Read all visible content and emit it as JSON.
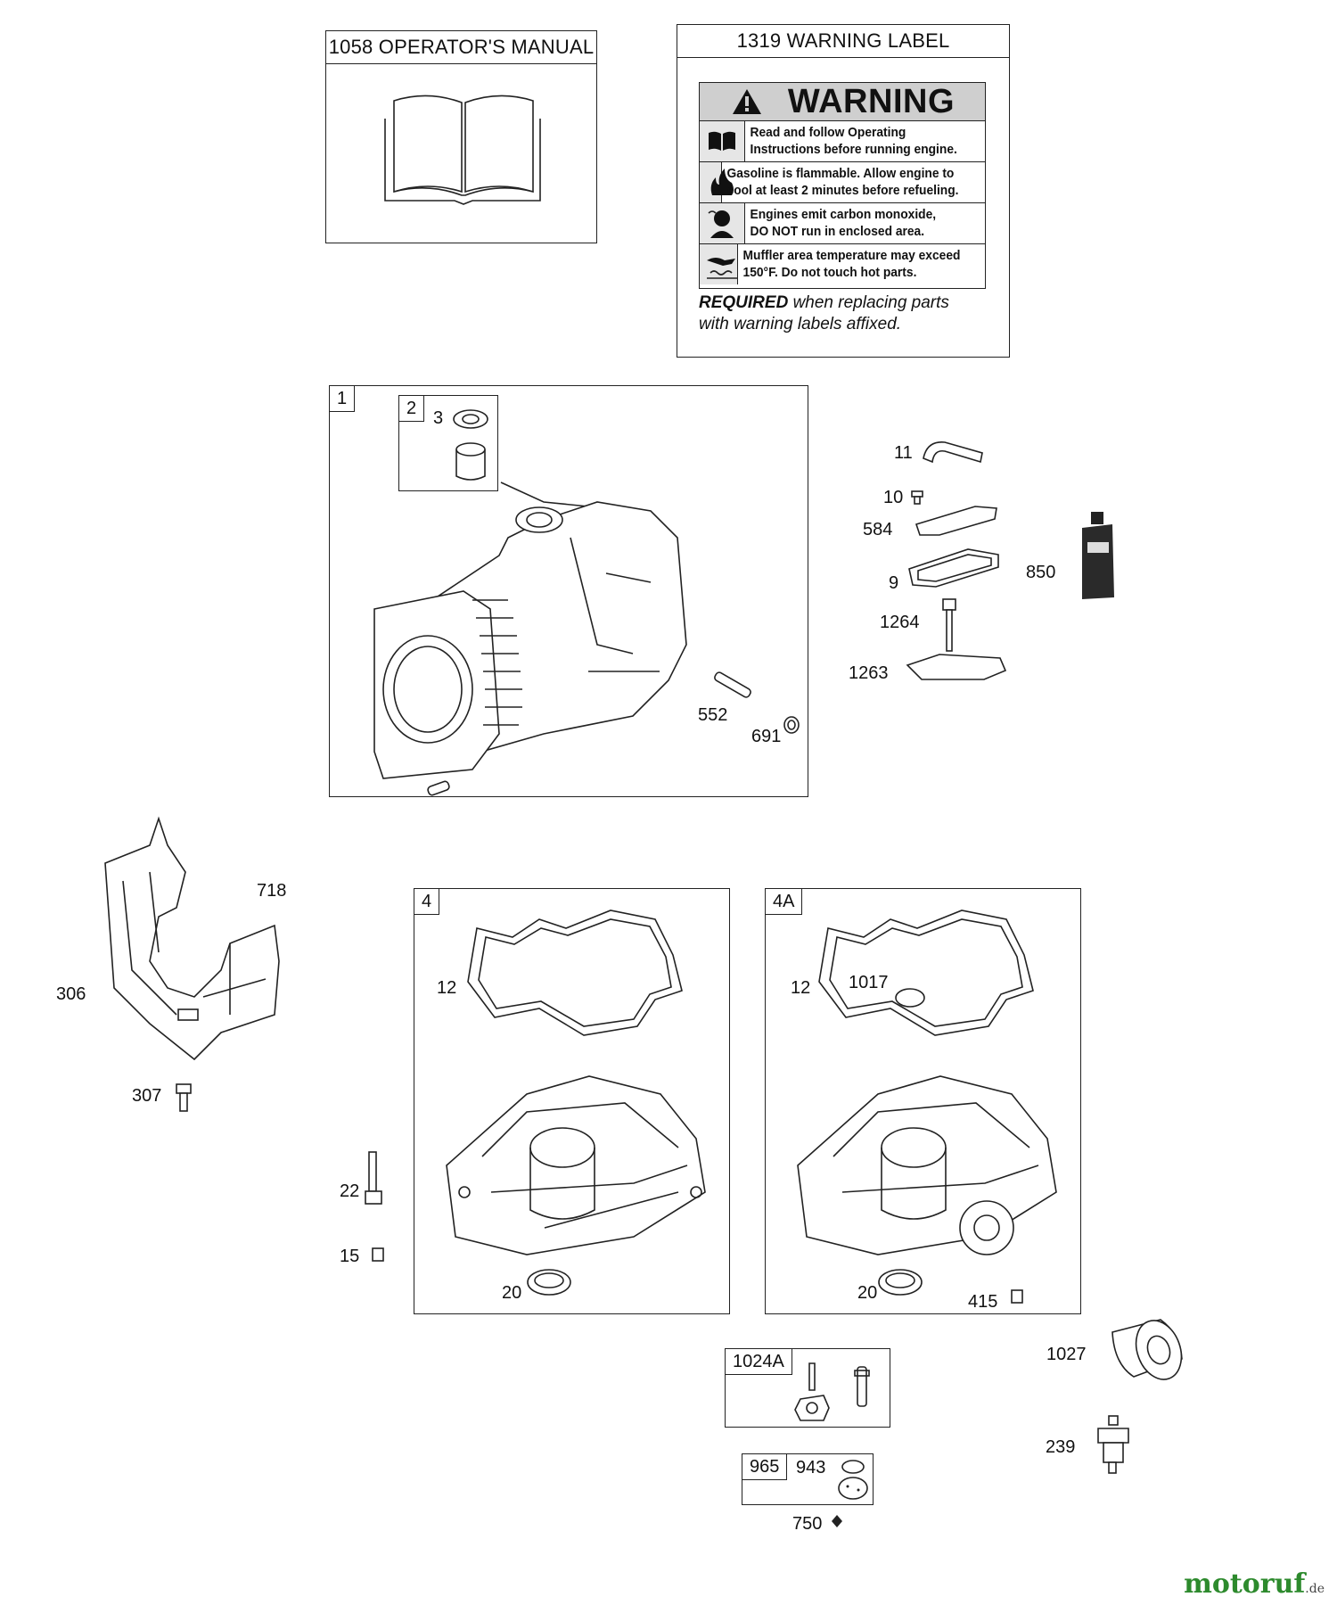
{
  "manual_box": {
    "title": "1058 OPERATOR'S MANUAL"
  },
  "warning_box": {
    "title": "1319 WARNING LABEL",
    "header": "WARNING",
    "rows": [
      {
        "icon": "book-icon",
        "text1": "Read and follow Operating",
        "text2": "Instructions before running engine."
      },
      {
        "icon": "flame-icon",
        "text1": "Gasoline is flammable. Allow engine to",
        "text2": "cool at least 2 minutes before refueling."
      },
      {
        "icon": "fumes-icon",
        "text1": "Engines emit carbon monoxide,",
        "text2": "DO NOT run in enclosed area."
      },
      {
        "icon": "hot-surface-icon",
        "text1": "Muffler area temperature may exceed",
        "text2": "150°F.  Do not touch hot parts."
      }
    ],
    "note_bold": "REQUIRED",
    "note_rest1": " when replacing parts",
    "note_rest2": "with warning labels affixed."
  },
  "cylinder_box": {
    "tag": "1",
    "subtag": "2"
  },
  "crankcase_box": {
    "tag": "4"
  },
  "crankcase_box_alt": {
    "tag": "4A"
  },
  "kit_box": {
    "tag": "1024A"
  },
  "gasket_kit_box": {
    "tag": "965"
  },
  "labels": {
    "p3": "3",
    "p11": "11",
    "p10": "10",
    "p584": "584",
    "p9": "9",
    "p850": "850",
    "p1264": "1264",
    "p1263": "1263",
    "p552": "552",
    "p691": "691",
    "p718": "718",
    "p306": "306",
    "p307": "307",
    "p12a": "12",
    "p22": "22",
    "p15": "15",
    "p20a": "20",
    "p12b": "12",
    "p1017": "1017",
    "p20b": "20",
    "p415": "415",
    "p1027": "1027",
    "p239": "239",
    "p943": "943",
    "p750": "750"
  },
  "brand": {
    "name": "motoruf",
    "suffix": ".de"
  }
}
